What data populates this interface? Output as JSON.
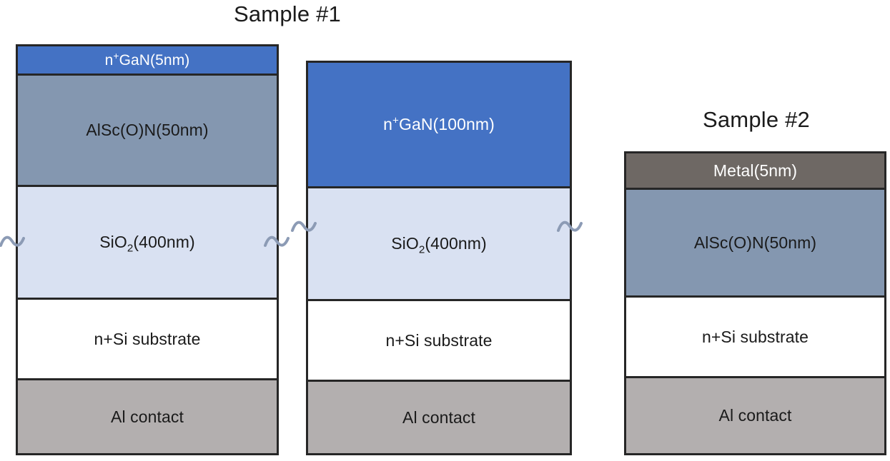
{
  "figure": {
    "type": "layer-stack-cross-section-diagram",
    "background_color": "#ffffff",
    "outline_color": "#262626"
  },
  "titles": {
    "sample1": "Sample #1",
    "sample2": "Sample #2"
  },
  "colors": {
    "gan": "#4472C4",
    "alscon": "#8497B0",
    "sio2": "#D9E1F2",
    "silicon": "#FFFFFF",
    "aluminum": "#B3AFAF",
    "metal": "#6E6864",
    "outline": "#262626",
    "squiggle": "#8C9BB5",
    "text_dark": "#1A1A1A",
    "text_light": "#FFFFFF"
  },
  "stacks": [
    {
      "id": "stack-1",
      "group": "Sample #1",
      "layers": [
        {
          "name": "gan-thin",
          "label_parts": [
            "n",
            "+",
            "GaN(5nm)"
          ],
          "label_text": "n+GaN(5nm)",
          "material": "n+GaN",
          "thickness": "5nm",
          "fill": "#4472C4",
          "text_color": "#FFFFFF"
        },
        {
          "name": "alscon",
          "label_text": "AlSc(O)N(50nm)",
          "material": "AlSc(O)N",
          "thickness": "50nm",
          "fill": "#8497B0",
          "text_color": "#1A1A1A"
        },
        {
          "name": "sio2",
          "label_parts": [
            "SiO",
            "2",
            "(400nm)"
          ],
          "label_text": "SiO2(400nm)",
          "material": "SiO2",
          "thickness": "400nm",
          "fill": "#D9E1F2",
          "text_color": "#1A1A1A"
        },
        {
          "name": "silicon-substrate",
          "label_text": "n+Si substrate",
          "material": "n+Si substrate",
          "thickness": "",
          "fill": "#FFFFFF",
          "text_color": "#1A1A1A"
        },
        {
          "name": "al-contact",
          "label_text": "Al contact",
          "material": "Al contact",
          "thickness": "",
          "fill": "#B3AFAF",
          "text_color": "#1A1A1A"
        }
      ]
    },
    {
      "id": "stack-2",
      "group": "Sample #1",
      "layers": [
        {
          "name": "gan-thick",
          "label_parts": [
            "n",
            "+",
            "GaN(100nm)"
          ],
          "label_text": "n+GaN(100nm)",
          "material": "n+GaN",
          "thickness": "100nm",
          "fill": "#4472C4",
          "text_color": "#FFFFFF"
        },
        {
          "name": "sio2",
          "label_parts": [
            "SiO",
            "2",
            "(400nm)"
          ],
          "label_text": "SiO2(400nm)",
          "material": "SiO2",
          "thickness": "400nm",
          "fill": "#D9E1F2",
          "text_color": "#1A1A1A"
        },
        {
          "name": "silicon-substrate",
          "label_text": "n+Si substrate",
          "material": "n+Si substrate",
          "thickness": "",
          "fill": "#FFFFFF",
          "text_color": "#1A1A1A"
        },
        {
          "name": "al-contact",
          "label_text": "Al contact",
          "material": "Al contact",
          "thickness": "",
          "fill": "#B3AFAF",
          "text_color": "#1A1A1A"
        }
      ]
    },
    {
      "id": "stack-3",
      "group": "Sample #2",
      "layers": [
        {
          "name": "metal",
          "label_text": "Metal(5nm)",
          "material": "Metal",
          "thickness": "5nm",
          "fill": "#6E6864",
          "text_color": "#FFFFFF"
        },
        {
          "name": "alscon",
          "label_text": "AlSc(O)N(50nm)",
          "material": "AlSc(O)N",
          "thickness": "50nm",
          "fill": "#8497B0",
          "text_color": "#1A1A1A"
        },
        {
          "name": "silicon-substrate",
          "label_text": "n+Si substrate",
          "material": "n+Si substrate",
          "thickness": "",
          "fill": "#FFFFFF",
          "text_color": "#1A1A1A"
        },
        {
          "name": "al-contact",
          "label_text": "Al contact",
          "material": "Al contact",
          "thickness": "",
          "fill": "#B3AFAF",
          "text_color": "#1A1A1A"
        }
      ]
    }
  ],
  "break_marks": {
    "description": "wavy squiggle break symbols indicating lateral truncation of the SiO2 layer",
    "count": 4
  }
}
